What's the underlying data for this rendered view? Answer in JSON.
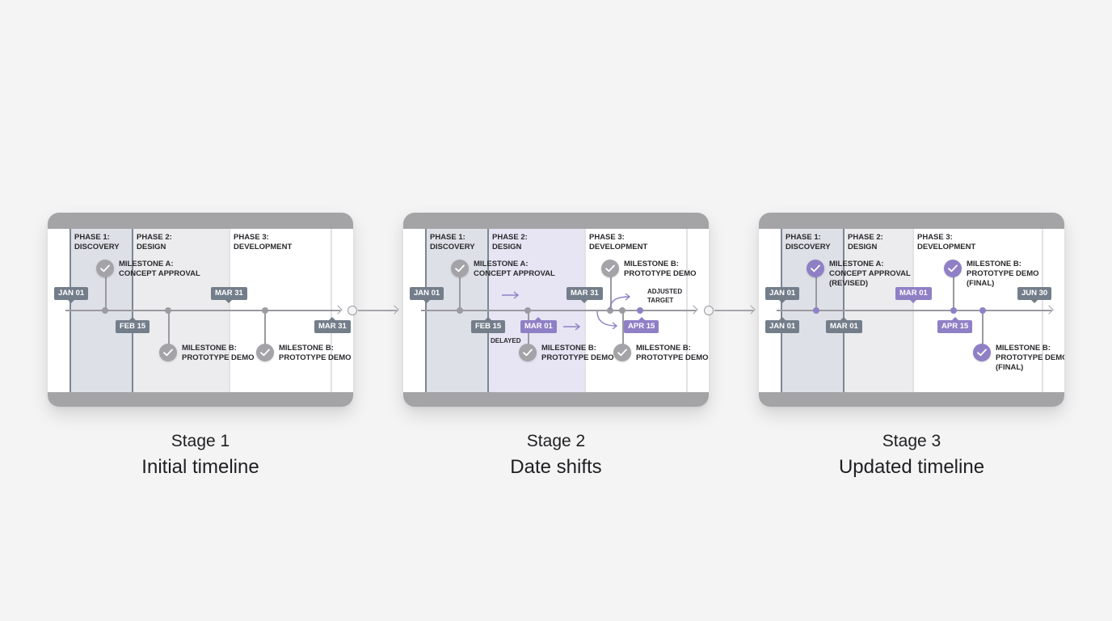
{
  "colors": {
    "accent": "#8f80c6",
    "tag_gray": "#737e8a",
    "milestone_gray": "#a3a3a8",
    "frame_bar": "#a4a4a7",
    "phase1_band": "#dde0e6",
    "phase2_band": "#e8e8eb",
    "phase2_band_shifted": "#e6e4f3"
  },
  "stages": [
    {
      "number": "Stage 1",
      "name": "Initial timeline",
      "phases": [
        {
          "title": "PHASE 1:",
          "sub": "DISCOVERY"
        },
        {
          "title": "PHASE 2:",
          "sub": "DESIGN"
        },
        {
          "title": "PHASE 3:",
          "sub": "DEVELOPMENT"
        }
      ],
      "tags": [
        "JAN 01",
        "FEB 15",
        "MAR 31",
        "MAR 31"
      ],
      "milestones": [
        {
          "line1": "MILESTONE A:",
          "line2": "CONCEPT APPROVAL"
        },
        {
          "line1": "MILESTONE B:",
          "line2": "PROTOTYPE DEMO"
        },
        {
          "line1": "MILESTONE B:",
          "line2": "PROTOTYPE DEMO"
        }
      ]
    },
    {
      "number": "Stage 2",
      "name": "Date shifts",
      "phases": [
        {
          "title": "PHASE 1:",
          "sub": "DISCOVERY"
        },
        {
          "title": "PHASE 2:",
          "sub": "DESIGN"
        },
        {
          "title": "PHASE 3:",
          "sub": "DEVELOPMENT"
        }
      ],
      "tags": [
        "JAN 01",
        "FEB 15",
        "MAR 01",
        "MAR 31",
        "APR 15"
      ],
      "notes": {
        "delayed": "DELAYED",
        "adjusted_1": "ADJUSTED",
        "adjusted_2": "TARGET"
      },
      "milestones": [
        {
          "line1": "MILESTONE A:",
          "line2": "CONCEPT APPROVAL"
        },
        {
          "line1": "MILESTONE B:",
          "line2": "PROTOTYPE DEMO"
        },
        {
          "line1": "MILESTONE B:",
          "line2": "PROTOTYPE DEMO"
        },
        {
          "line1": "MILESTONE B:",
          "line2": "PROTOTYPE DEMO"
        }
      ]
    },
    {
      "number": "Stage 3",
      "name": "Updated timeline",
      "phases": [
        {
          "title": "PHASE 1:",
          "sub": "DISCOVERY"
        },
        {
          "title": "PHASE 2:",
          "sub": "DESIGN"
        },
        {
          "title": "PHASE 3:",
          "sub": "DEVELOPMENT"
        }
      ],
      "tags": [
        "JAN 01",
        "JAN 01",
        "MAR 01",
        "MAR 01",
        "APR 15",
        "JUN 30"
      ],
      "milestones": [
        {
          "line1": "MILESTONE A:",
          "line2": "CONCEPT APPROVAL",
          "line3": "(REVISED)"
        },
        {
          "line1": "MILESTONE B:",
          "line2": "PROTOTYPE DEMO",
          "line3": "(FINAL)"
        },
        {
          "line1": "MILESTONE B:",
          "line2": "PROTOTYPE DEMO",
          "line3": "(FINAL)"
        }
      ]
    }
  ]
}
